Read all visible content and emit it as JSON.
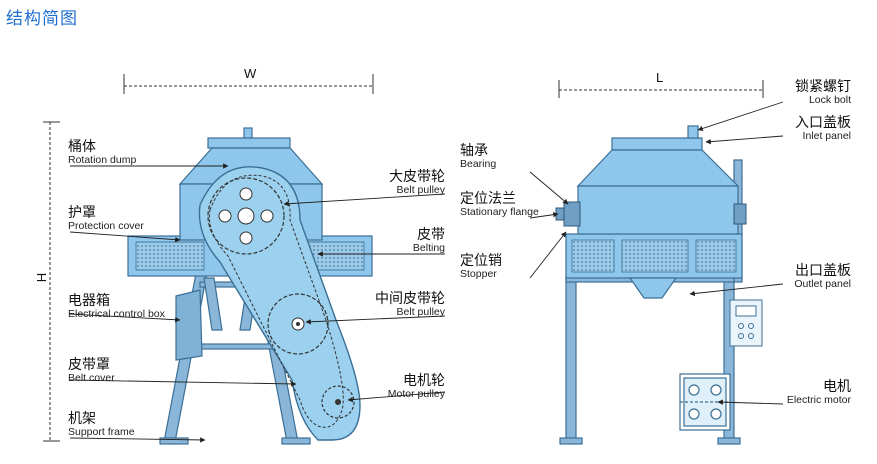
{
  "title": "结构简图",
  "dimensions": {
    "width": "W",
    "height": "H",
    "length": "L"
  },
  "left_labels": [
    {
      "zh": "桶体",
      "en": "Rotation dump"
    },
    {
      "zh": "护罩",
      "en": "Protection cover"
    },
    {
      "zh": "电器箱",
      "en": "Electrical control box"
    },
    {
      "zh": "皮带罩",
      "en": "Belt cover"
    },
    {
      "zh": "机架",
      "en": "Support frame"
    }
  ],
  "middle_labels": [
    {
      "zh": "大皮带轮",
      "en": "Belt pulley"
    },
    {
      "zh": "皮带",
      "en": "Belting"
    },
    {
      "zh": "中间皮带轮",
      "en": "Belt pulley"
    },
    {
      "zh": "电机轮",
      "en": "Motor pulley"
    }
  ],
  "side_left_labels": [
    {
      "zh": "轴承",
      "en": "Bearing"
    },
    {
      "zh": "定位法兰",
      "en": "Stationary flange"
    },
    {
      "zh": "定位销",
      "en": "Stopper"
    }
  ],
  "right_labels": [
    {
      "zh": "锁紧螺钉",
      "en": "Lock bolt"
    },
    {
      "zh": "入口盖板",
      "en": "Inlet panel"
    },
    {
      "zh": "出口盖板",
      "en": "Outlet panel"
    },
    {
      "zh": "电机",
      "en": "Electric motor"
    }
  ],
  "colors": {
    "title": "#1f6fd0",
    "body_fill": "#8fc7ec",
    "body_stroke": "#3c6f95",
    "frame": "#8ab7d9",
    "line": "#333333"
  }
}
